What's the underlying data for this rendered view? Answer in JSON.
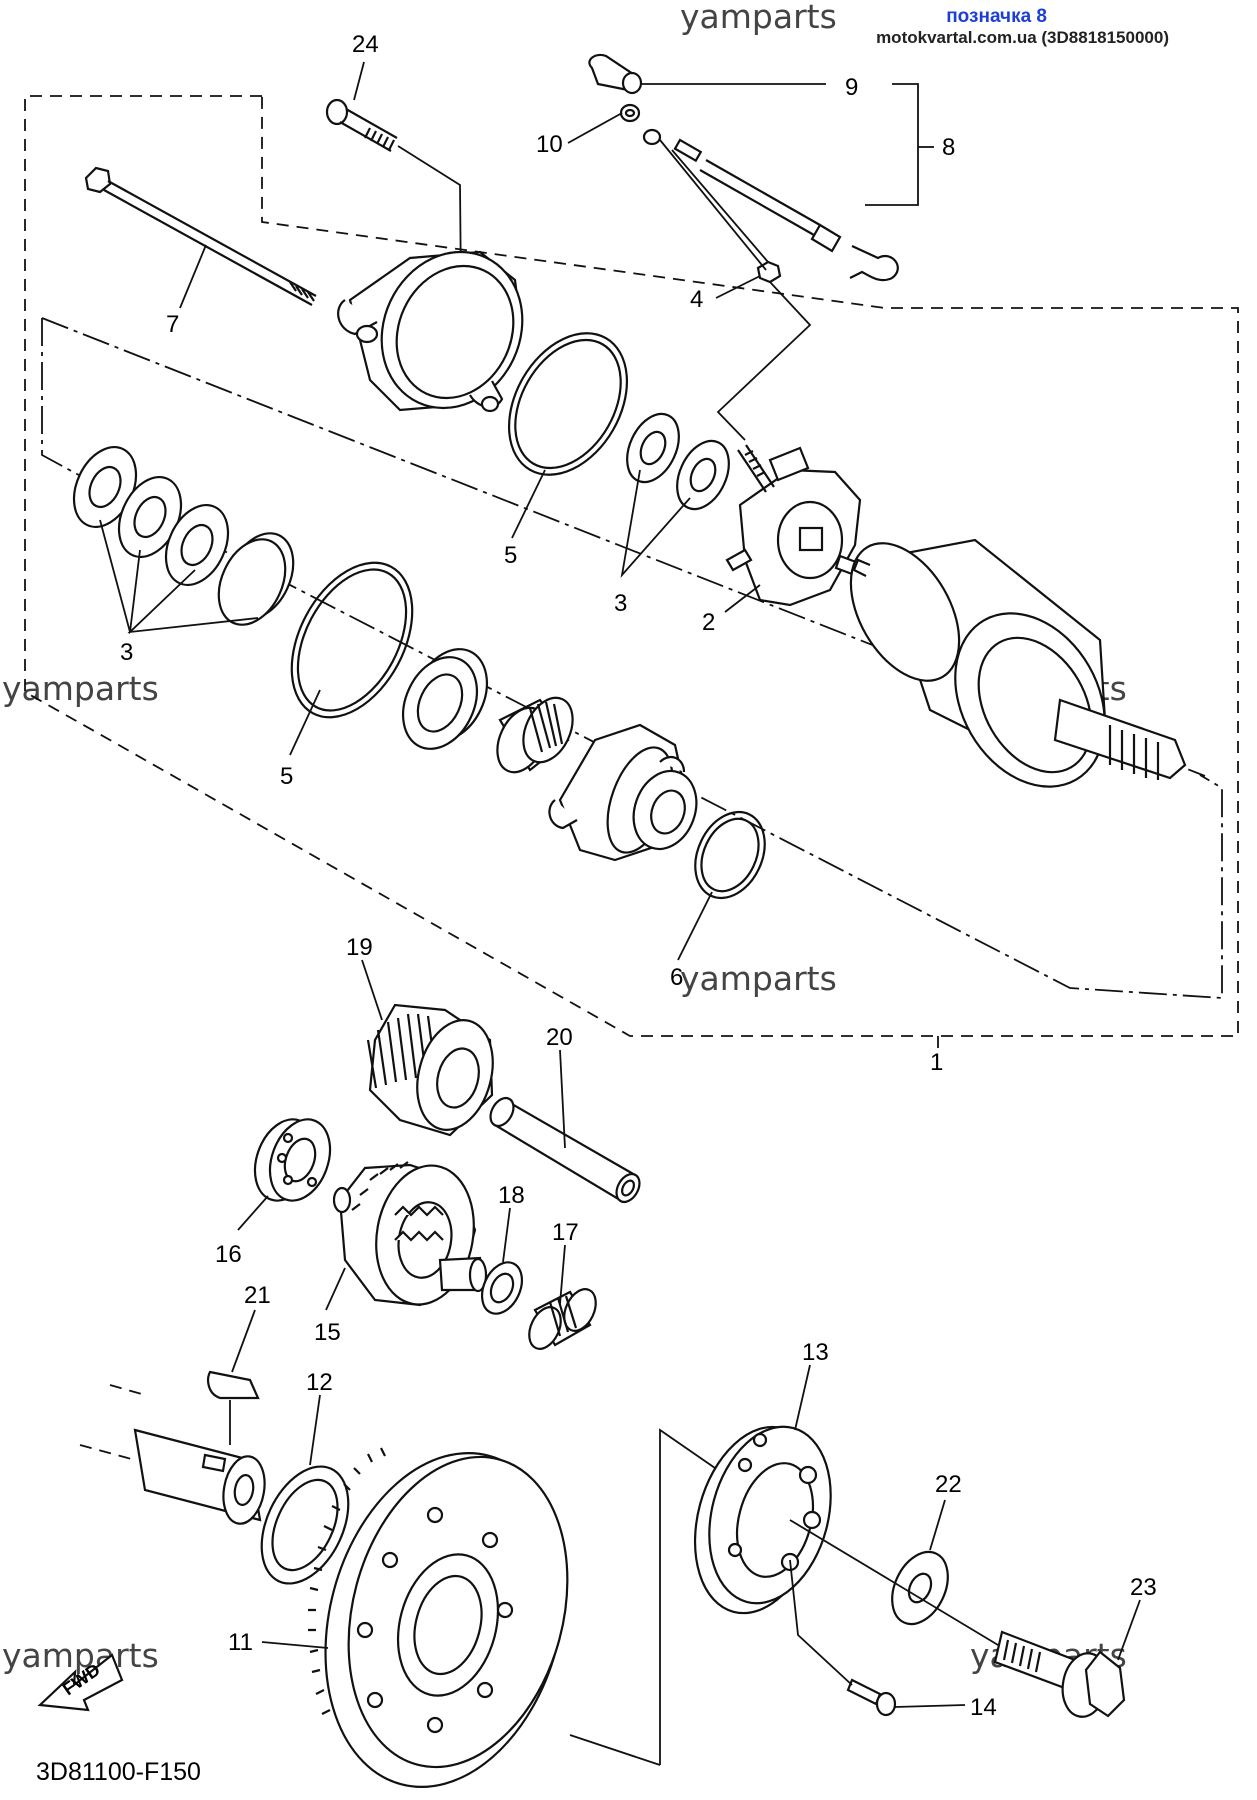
{
  "header": {
    "watermark_top": "yamparts",
    "badge": "позначка 8",
    "site": "motokvartal.com.ua (3D8818150000)"
  },
  "watermarks": [
    "yamparts",
    "yamparts",
    "yamparts",
    "yamparts",
    "yamparts"
  ],
  "diagram_code": "3D81100-F150",
  "fwd_label": "FWD",
  "callouts": {
    "c1": "1",
    "c2": "2",
    "c3a": "3",
    "c3b": "3",
    "c4": "4",
    "c5a": "5",
    "c5b": "5",
    "c6": "6",
    "c7": "7",
    "c8": "8",
    "c9": "9",
    "c10": "10",
    "c11": "11",
    "c12": "12",
    "c13": "13",
    "c14": "14",
    "c15": "15",
    "c16": "16",
    "c17": "17",
    "c18": "18",
    "c19": "19",
    "c20": "20",
    "c21": "21",
    "c22": "22",
    "c23": "23",
    "c24": "24"
  }
}
